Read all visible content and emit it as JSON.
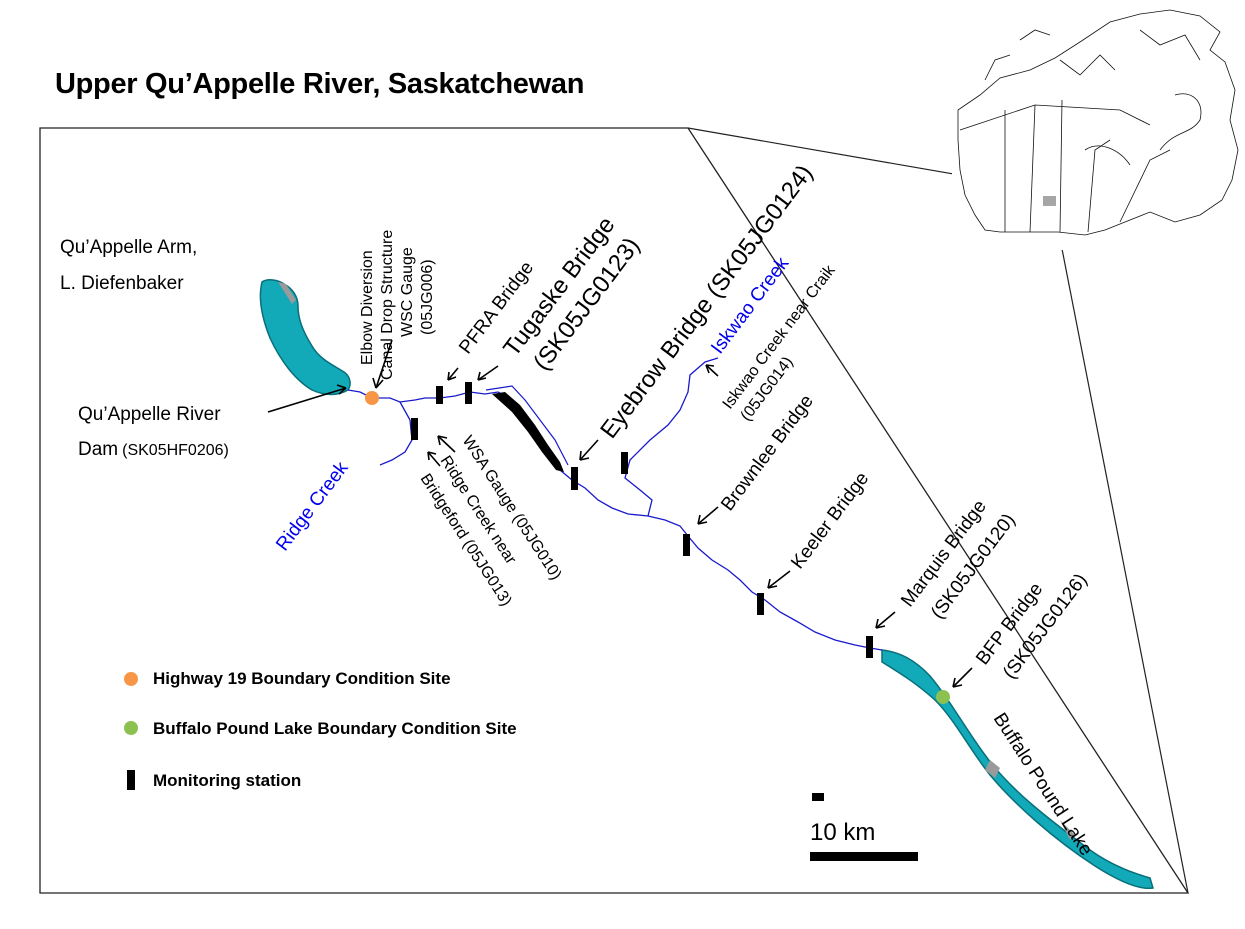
{
  "title": "Upper Qu’Appelle River, Saskatchewan",
  "colors": {
    "river": "#1a1acc",
    "lake": "#12a9b8",
    "lake_edge": "#0a6f7a",
    "station": "#000000",
    "highway19_site": "#f79646",
    "buffalo_pound_site": "#8cc152"
  },
  "labels": {
    "qu_appelle_arm": [
      "Qu’Appelle Arm,",
      "L. Diefenbaker"
    ],
    "dam": [
      "Qu’Appelle River",
      "Dam",
      "(SK05HF0206)"
    ],
    "elbow": [
      "Elbow Diversion",
      "Canal Drop Structure",
      "WSC Gauge",
      "(05JG006)"
    ],
    "pfra": "PFRA Bridge",
    "tugaske": [
      "Tugaske Bridge",
      "(SK05JG0123)"
    ],
    "eyebrow": "Eyebrow Bridge (SK05JG0124)",
    "iskwao_creek": "Iskwao Creek",
    "iskwao_gauge": [
      "Iskwao Creek near Craik",
      "(05JG014)"
    ],
    "brownlee": "Brownlee Bridge",
    "keeler": "Keeler Bridge",
    "marquis": [
      "Marquis Bridge",
      "(SK05JG0120)"
    ],
    "bfp": [
      "BFP Bridge",
      "(SK05JG0126)"
    ],
    "buffalo_pound_lake": "Buffalo Pound Lake",
    "ridge_creek": "Ridge Creek",
    "ridge_gauge": [
      "Ridge Creek near",
      "Bridgeford (05JG013)"
    ],
    "wsa_gauge": "WSA Gauge (05JG010)"
  },
  "legend": [
    {
      "label": "Highway 19 Boundary Condition Site",
      "symbol": "orange-dot"
    },
    {
      "label": "Buffalo Pound Lake Boundary Condition Site",
      "symbol": "green-dot"
    },
    {
      "label": "Monitoring station",
      "symbol": "black-bar"
    }
  ],
  "scale_bar": {
    "label": "10 km"
  },
  "inset": {
    "description_icon": "canada-map-icon"
  }
}
